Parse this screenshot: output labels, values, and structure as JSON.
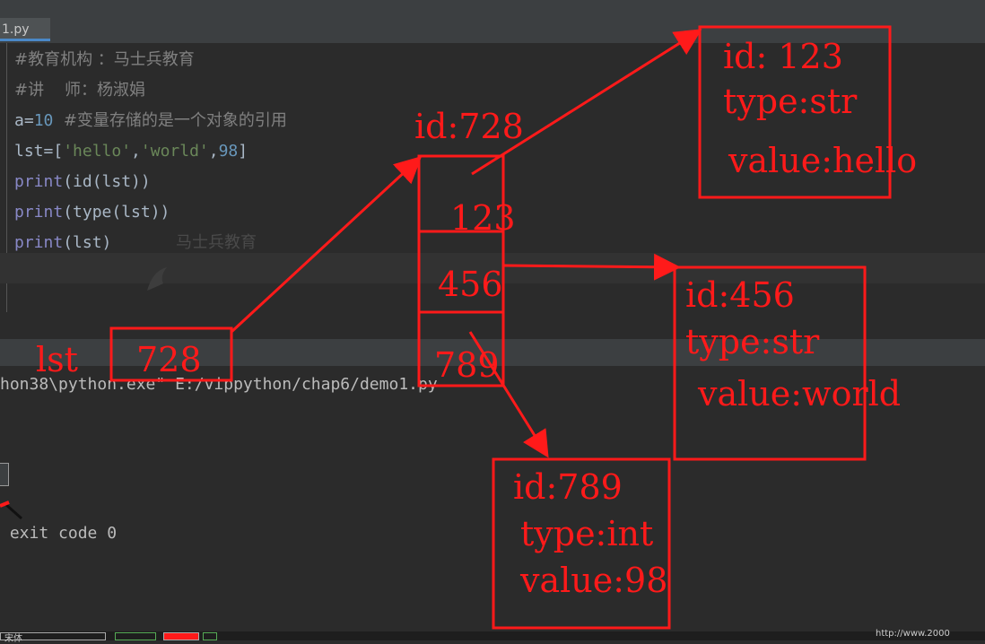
{
  "tab": {
    "label": "1.py"
  },
  "code": {
    "line1": "#教育机构 ：马士兵教育",
    "line2": "#讲    师：杨淑娟",
    "line3_code": "a=",
    "line3_num": "10",
    "line3_comment": "  #变量存储的是一个对象的引用",
    "line4_a": "lst=[",
    "line4_s1": "'hello'",
    "line4_c1": ",",
    "line4_s2": "'world'",
    "line4_c2": ",",
    "line4_n": "98",
    "line4_b": "]",
    "line5_fn": "print",
    "line5_rest": "(id(lst))",
    "line6_fn": "print",
    "line6_rest": "(type(lst))",
    "line7_fn": "print",
    "line7_rest": "(lst)"
  },
  "watermark": "马士兵教育",
  "console": {
    "cmd": "hon38\\python.exe\" E:/vippython/chap6/demo1.py",
    "exit": " exit code 0"
  },
  "status": {
    "font": "宋体",
    "url": "http://www.2000"
  },
  "annotation": {
    "var_name": "lst",
    "var_value": "728",
    "list_id": "id:728",
    "cells": [
      "123",
      "456",
      "789"
    ],
    "obj1": {
      "id": "id: 123",
      "type": "type:str",
      "value": "value:hello"
    },
    "obj2": {
      "id": "id:456",
      "type": "type:str",
      "value": "value:world"
    },
    "obj3": {
      "id": "id:789",
      "type": "type:int",
      "value": "value:98"
    },
    "color": "#ff1a1a"
  }
}
